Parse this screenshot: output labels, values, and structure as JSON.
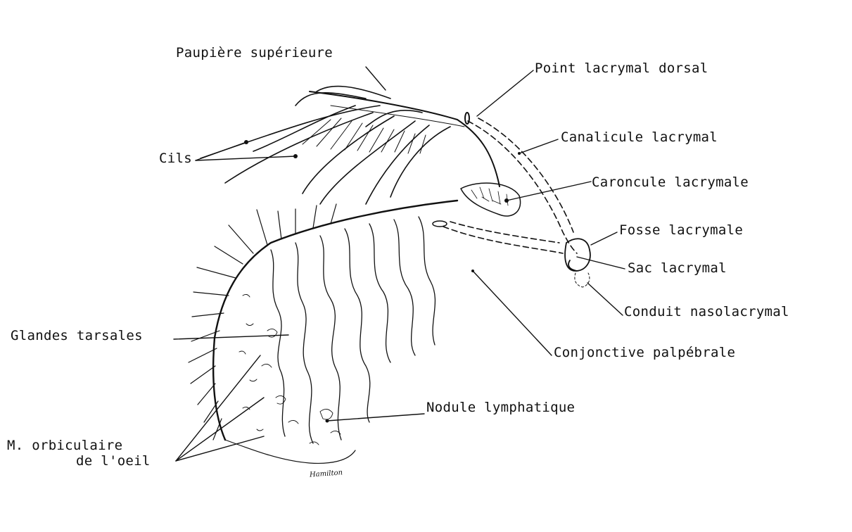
{
  "labels": {
    "paupiere_superieure": "Paupière supérieure",
    "point_lacrymal_dorsal": "Point lacrymal dorsal",
    "canalicule_lacrymal": "Canalicule lacrymal",
    "cils": "Cils",
    "caroncule_lacrymale": "Caroncule lacrymale",
    "fosse_lacrymale": "Fosse lacrymale",
    "sac_lacrymal": "Sac lacrymal",
    "conduit_nasolacrymal": "Conduit nasolacrymal",
    "glandes_tarsales": "Glandes tarsales",
    "conjonctive_palpebrale": "Conjonctive palpébrale",
    "nodule_lymphatique": "Nodule lymphatique",
    "m_orbiculaire_line1": "M. orbiculaire",
    "m_orbiculaire_line2": "de l'oeil"
  },
  "signature": "Hamilton",
  "colors": {
    "ink": "#111111",
    "paper": "#ffffff"
  }
}
